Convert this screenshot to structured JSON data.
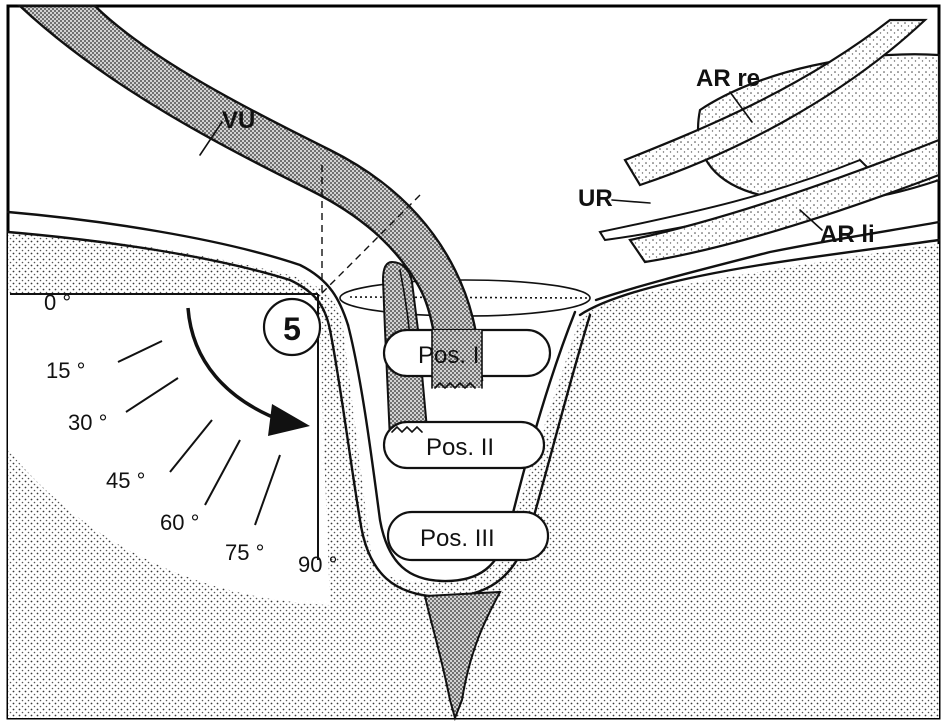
{
  "diagram": {
    "structure_labels": {
      "vu": "VU",
      "ar_re": "AR re",
      "ur": "UR",
      "ar_li": "AR li"
    },
    "position_labels": [
      "Pos. I",
      "Pos. II",
      "Pos. III"
    ],
    "step_number": "5",
    "angle_labels": [
      {
        "text": "0 °"
      },
      {
        "text": "15 °"
      },
      {
        "text": "30 °"
      },
      {
        "text": "45 °"
      },
      {
        "text": "60 °"
      },
      {
        "text": "75 °"
      },
      {
        "text": "90 °"
      }
    ]
  }
}
